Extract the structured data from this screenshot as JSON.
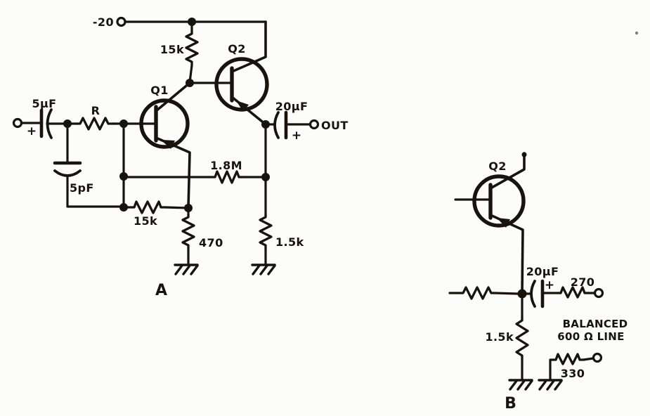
{
  "figure": {
    "background_color": "#fcfcfa",
    "ink_color": "#19130e"
  },
  "circuit_a": {
    "caption": "A",
    "supply_label": "-20",
    "input_cap_value": "5µF",
    "input_cap_polarity": "+",
    "series_resistor": "R",
    "collector_resistor": "15k",
    "transistor_q1": "Q1",
    "transistor_q2": "Q2",
    "output_cap_value": "20µF",
    "output_cap_polarity": "+",
    "output_label": "OUT",
    "feedback_resistor": "1.8M",
    "feedback_cap_value": "5pF",
    "base_resistor": "15k",
    "emitter_resistor": "470",
    "load_resistor": "1.5k"
  },
  "circuit_b": {
    "caption": "B",
    "transistor_q2": "Q2",
    "coupling_cap_value": "20µF",
    "coupling_cap_polarity": "+",
    "line_resistor_top": "270",
    "line_note_line1": "BALANCED",
    "line_note_line2": "600 Ω LINE",
    "emitter_resistor": "1.5k",
    "line_resistor_bottom": "330"
  }
}
